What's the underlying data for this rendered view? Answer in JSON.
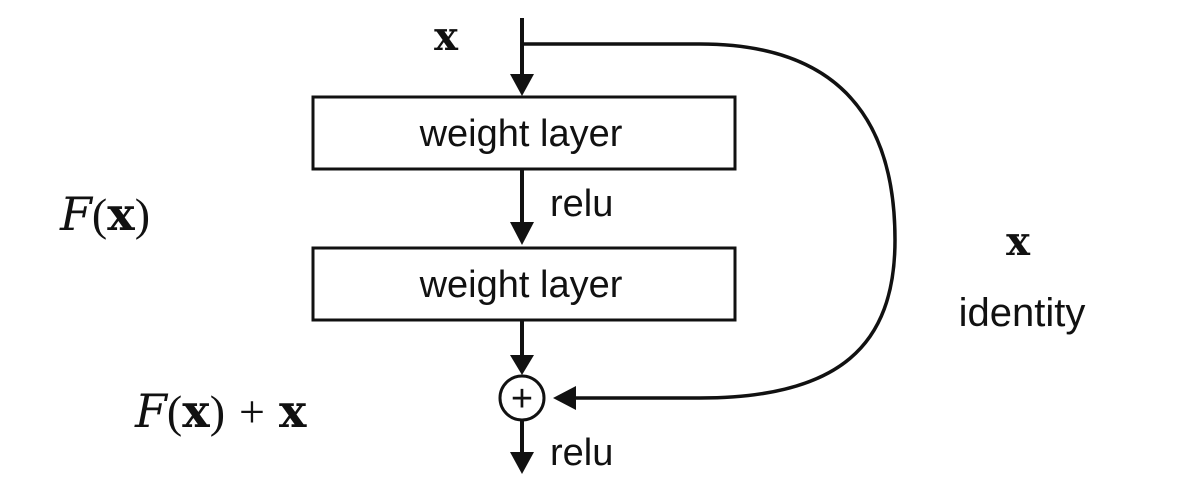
{
  "input_label": "x",
  "blocks": [
    {
      "label": "weight layer"
    },
    {
      "label": "weight layer"
    }
  ],
  "activation_1": "relu",
  "activation_2": "relu",
  "residual_label": {
    "script": "F",
    "open": "(",
    "var": "x",
    "close": ")"
  },
  "sum_label": {
    "script": "F",
    "open": "(",
    "var": "x",
    "close": ")",
    "plus": "+",
    "var2": "x"
  },
  "shortcut_var": "x",
  "shortcut_label": "identity",
  "sum_symbol": "+",
  "colors": {
    "stroke": "#111111",
    "background": "#ffffff"
  }
}
